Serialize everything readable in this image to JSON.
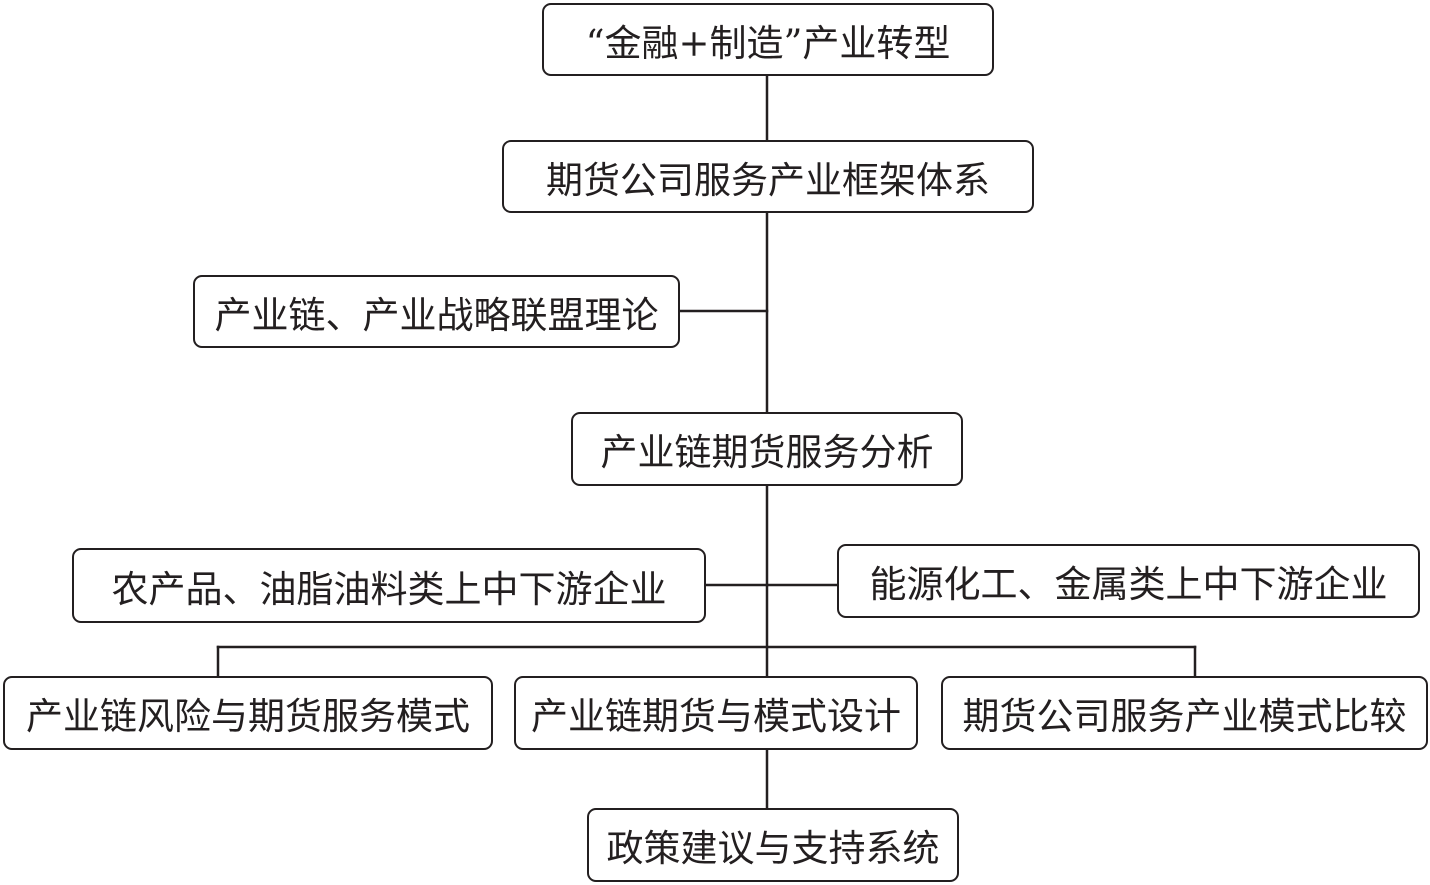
{
  "diagram": {
    "nodes": {
      "top": "“金融+制造”产业转型",
      "frame": "期货公司服务产业框架体系",
      "theory": "产业链、产业战略联盟理论",
      "analysis": "产业链期货服务分析",
      "agri": "农产品、油脂油料类上中下游企业",
      "energy": "能源化工、金属类上中下游企业",
      "risk": "产业链风险与期货服务模式",
      "design": "产业链期货与模式设计",
      "compare": "期货公司服务产业模式比较",
      "policy": "政策建议与支持系统"
    },
    "colors": {
      "line": "#231f20",
      "border": "#231f20",
      "text": "#231f20",
      "background": "#ffffff"
    }
  }
}
